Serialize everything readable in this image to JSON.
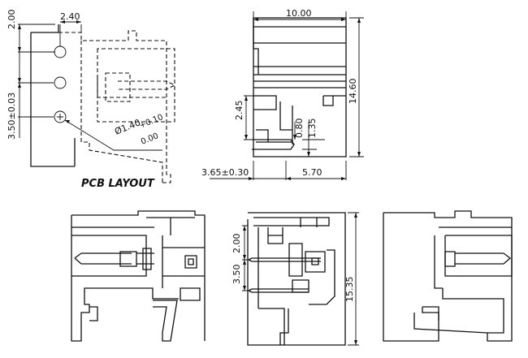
{
  "pcb_layout": {
    "title": "PCB LAYOUT",
    "dim_top": "2.40",
    "dim_left_top": "2.00",
    "dim_left_pitch": "3.50±0.03",
    "dim_hole": "Ø1.40",
    "dim_hole_tol_upper": "+0.10",
    "dim_hole_tol_lower": "0.00"
  },
  "side_view": {
    "dim_width": "10.00",
    "dim_height": "14.60",
    "dim_pin_offset": "2.45",
    "dim_pin_width": "0.80",
    "dim_pin_height": "1.35",
    "dim_bottom_left": "3.65±0.30",
    "dim_bottom_right": "5.70"
  },
  "front_view": {
    "dim_pitch_upper": "2.00",
    "dim_pitch_lower": "3.50",
    "dim_total_height": "15.35"
  }
}
